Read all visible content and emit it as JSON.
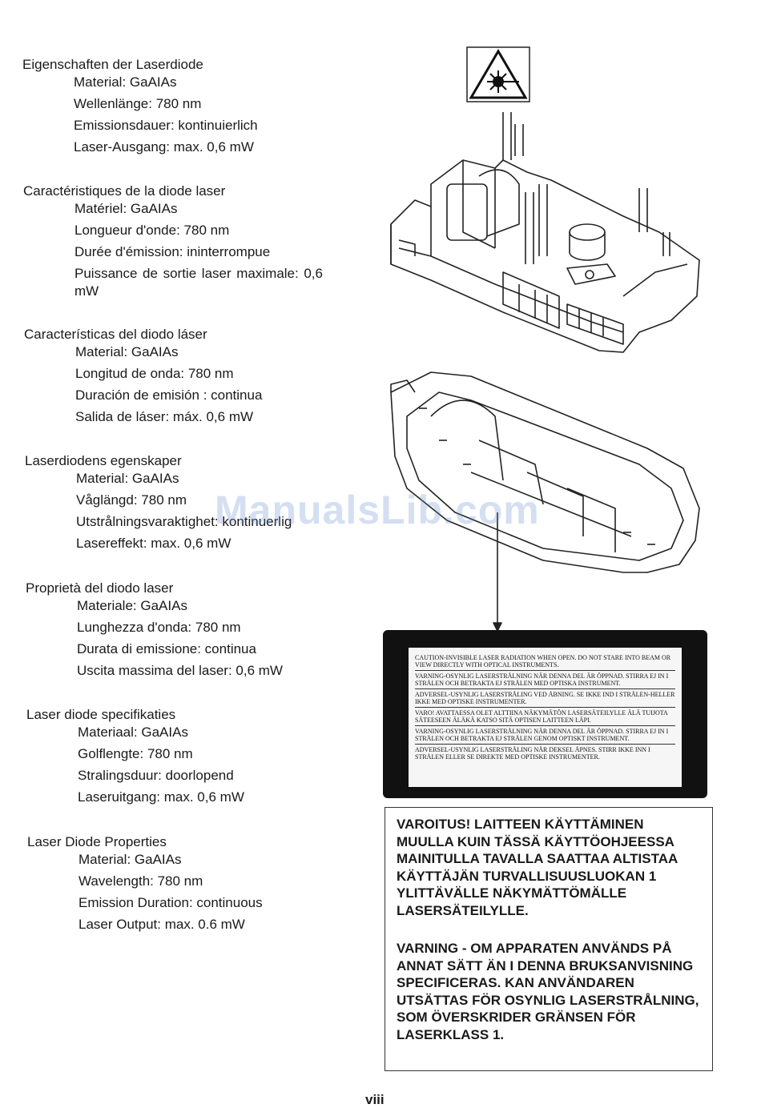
{
  "sections": [
    {
      "title": "Eigenschaften der Laserdiode",
      "lines": [
        "Material: GaAIAs",
        "Wellenlänge: 780 nm",
        "Emissionsdauer: kontinuierlich",
        "Laser-Ausgang: max. 0,6 mW"
      ]
    },
    {
      "title": "Caractéristiques de la diode laser",
      "lines": [
        "Matériel: GaAIAs",
        "Longueur d'onde: 780 nm",
        "Durée d'émission: ininterrompue",
        "Puissance de sortie laser maximale: 0,6 mW"
      ]
    },
    {
      "title": "Características del diodo láser",
      "lines": [
        "Material: GaAIAs",
        "Longitud de onda: 780 nm",
        "Duración de emisión : continua",
        "Salida de láser: máx. 0,6 mW"
      ]
    },
    {
      "title": "Laserdiodens egenskaper",
      "lines": [
        "Material: GaAIAs",
        "Våglängd: 780 nm",
        "Utstrålningsvaraktighet: kontinuerlig",
        "Lasereffekt: max. 0,6 mW"
      ]
    },
    {
      "title": "Proprietà del diodo laser",
      "lines": [
        "Materiale: GaAIAs",
        "Lunghezza d'onda: 780 nm",
        "Durata di emissione: continua",
        "Uscita massima del laser: 0,6 mW"
      ]
    },
    {
      "title": "Laser diode specifikaties",
      "lines": [
        "Materiaal: GaAIAs",
        "Golflengte: 780 nm",
        "Stralingsduur: doorlopend",
        "Laseruitgang: max. 0,6 mW"
      ]
    },
    {
      "title": "Laser Diode Properties",
      "lines": [
        "Material: GaAIAs",
        "Wavelength: 780 nm",
        "Emission Duration: continuous",
        "Laser Output: max. 0.6 mW"
      ]
    }
  ],
  "caution_label": [
    "CAUTION-INVISIBLE LASER RADIATION WHEN OPEN. DO NOT STARE INTO BEAM OR VIEW DIRECTLY WITH OPTICAL INSTRUMENTS.",
    "VARNING-OSYNLIG LASERSTRÅLNING NÄR DENNA DEL ÄR ÖPPNAD. STIRRA EJ IN I STRÅLEN OCH BETRAKTA EJ STRÅLEN MED OPTISKA INSTRUMENT.",
    "ADVERSEL-USYNLIG LASERSTRÅLING VED ÅBNING. SE IKKE IND I STRÅLEN-HELLER IKKE MED OPTISKE INSTRUMENTER.",
    "VARO! AVATTAESSA OLET ALTTIINA NÄKYMÄTÖN LASERSÄTEILYLLE ÄLÄ TUIJOTA SÄTEESEEN ÄLÄKÄ KATSO SITÄ OPTISEN LAITTEEN LÄPI.",
    "VARNING-OSYNLIG LASERSTRÅLNING NÄR DENNA DEL ÄR ÖPPNAD. STIRRA EJ IN I STRÅLEN OCH BETRAKTA EJ STRÅLEN GENOM OPTISKT INSTRUMENT.",
    "ADVERSEL-USYNLIG LASERSTRÅLING NÅR DEKSEL ÅPNES. STIRR IKKE INN I STRÅLEN ELLER SE DIREKTE MED OPTISKE INSTRUMENTER."
  ],
  "warning_box": {
    "finnish": "VAROITUS! LAITTEEN KÄYTTÄMINEN MUULLA KUIN TÄSSÄ KÄYTTÖOHJEESSA MAINITULLA TAVALLA SAATTAA ALTISTAA KÄYTTÄJÄN TURVALLISUUSLUOKAN 1 YLITTÄVÄLLE NÄKYMÄTTÖMÄLLE LASERSÄTEILYLLE.",
    "swedish": "VARNING - OM APPARATEN ANVÄNDS PÅ ANNAT SÄTT ÄN I DENNA BRUKSANVISNING SPECIFICERAS. KAN ANVÄNDAREN UTSÄTTAS FÖR OSYNLIG LASERSTRÅLNING, SOM ÖVERSKRIDER GRÄNSEN FÖR LASERKLASS 1."
  },
  "watermark": "ManualsLib.com",
  "page_number": "viii",
  "icons": {
    "laser_warning": "laser-warning-icon"
  }
}
